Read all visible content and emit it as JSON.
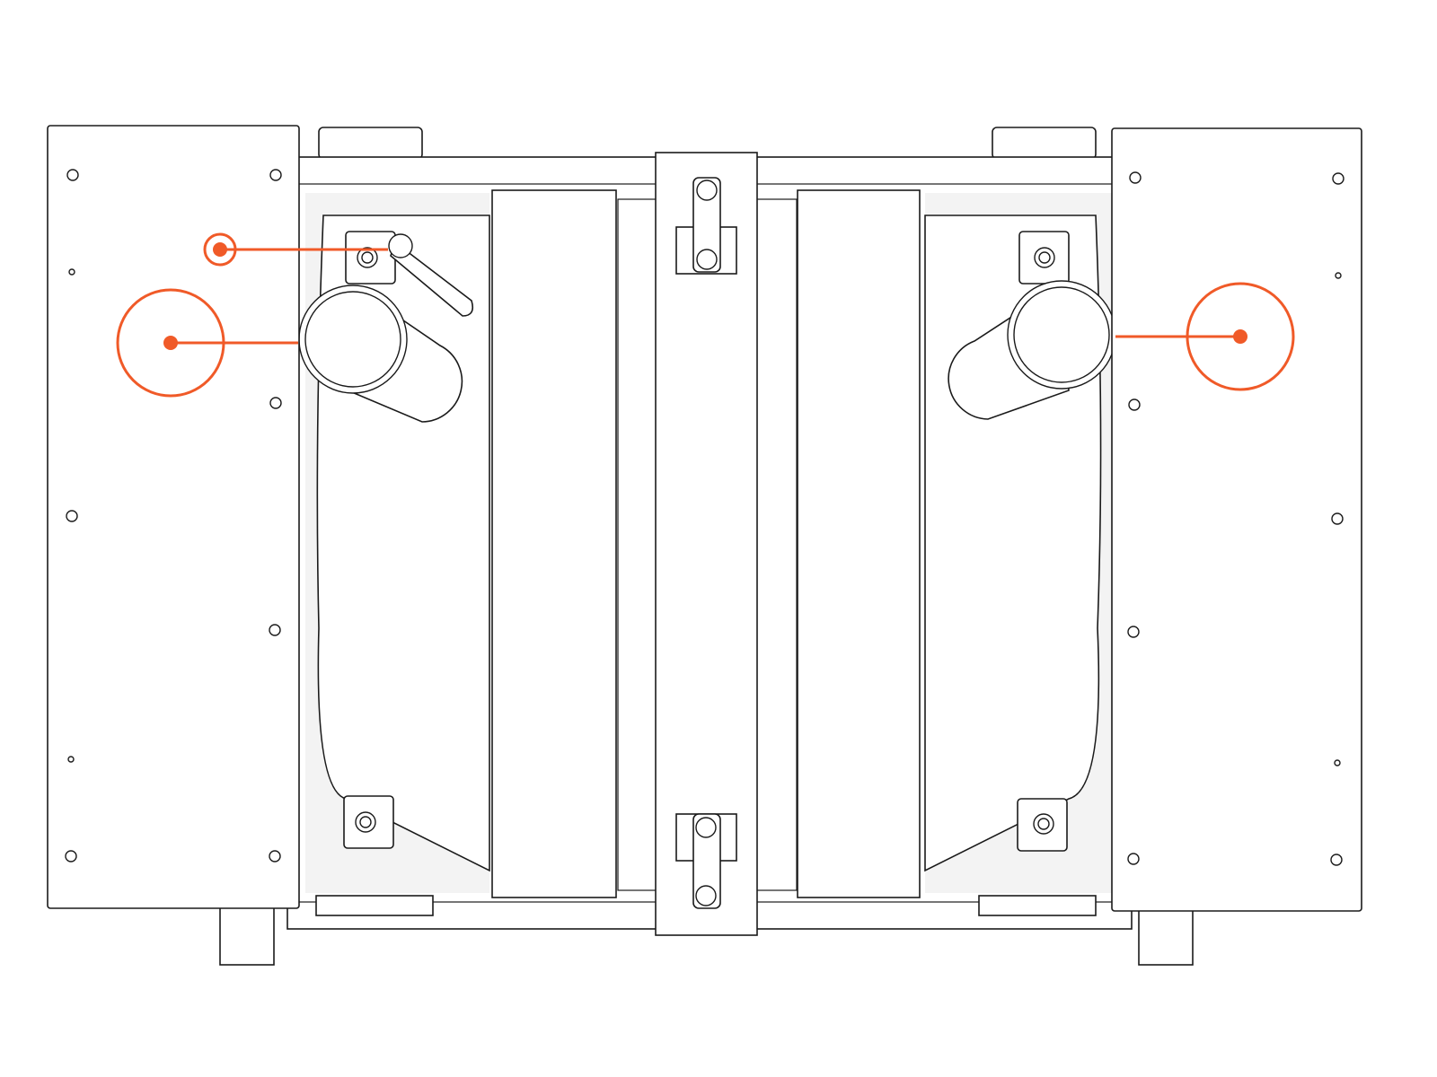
{
  "diagram": {
    "subject": "frame-assembly-top-view",
    "colors": {
      "line": "#1a1a1a",
      "callout": "#f05a28",
      "shade": "#f3f3f3",
      "background": "#ffffff"
    },
    "callouts": [
      {
        "id": "small-pin-callout",
        "icon": "target-small"
      },
      {
        "id": "left-tube-callout",
        "icon": "target-large"
      },
      {
        "id": "right-tube-callout",
        "icon": "target-large"
      }
    ]
  }
}
